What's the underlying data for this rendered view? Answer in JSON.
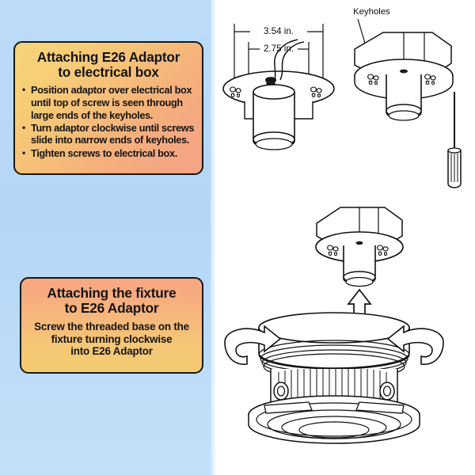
{
  "panel": {
    "background_color": "#b8d8f5"
  },
  "boxes": [
    {
      "id": "attach-adaptor",
      "title_line1": "Attaching E26 Adaptor",
      "title_line2": "to electrical box",
      "bullets": [
        "Position adaptor over electrical box until top of screw is seen through large ends of the keyholes.",
        "Turn adaptor clockwise until screws slide into narrow ends of keyholes.",
        "Tighten screws to electrical box."
      ],
      "gradient_from": "#f6d37a",
      "gradient_to": "#f3a486",
      "border_color": "#16181a"
    },
    {
      "id": "attach-fixture",
      "title_line1": "Attaching the fixture",
      "title_line2": "to E26 Adaptor",
      "subtitle_line1": "Screw the threaded base on the",
      "subtitle_line2": "fixture turning clockwise",
      "subtitle_line3": "into E26 Adaptor",
      "gradient_from": "#f8a883",
      "gradient_to": "#f2cb70",
      "border_color": "#16181a"
    }
  ],
  "diagram": {
    "dimension_outer": "3.54 in.",
    "dimension_inner": "2.75 in.",
    "keyholes_label": "Keyholes",
    "line_color": "#111111"
  },
  "chart_data": {
    "type": "table",
    "title": "E26 Adaptor installation instructions",
    "annotations": [
      "3.54 in.",
      "2.75 in.",
      "Keyholes"
    ]
  }
}
